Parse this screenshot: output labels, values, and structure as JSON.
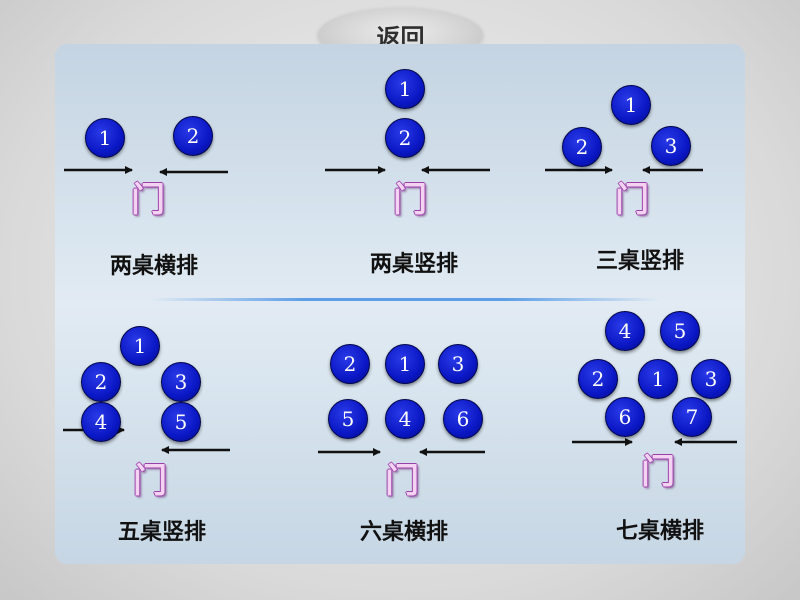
{
  "back_button": {
    "label": "返回"
  },
  "door_label": "门",
  "layouts": [
    {
      "caption": "两桌横排",
      "tables": [
        "1",
        "2"
      ]
    },
    {
      "caption": "两桌竖排",
      "tables": [
        "1",
        "2"
      ]
    },
    {
      "caption": "三桌竖排",
      "tables": [
        "1",
        "2",
        "3"
      ]
    },
    {
      "caption": "五桌竖排",
      "tables": [
        "1",
        "2",
        "3",
        "4",
        "5"
      ]
    },
    {
      "caption": "六桌横排",
      "tables": [
        "2",
        "1",
        "3",
        "5",
        "4",
        "6"
      ]
    },
    {
      "caption": "七桌横排",
      "tables": [
        "4",
        "5",
        "2",
        "1",
        "3",
        "6",
        "7"
      ]
    }
  ],
  "colors": {
    "table": "#0a17c4",
    "door": "#f4d2f2",
    "divider": "#5096e6"
  }
}
